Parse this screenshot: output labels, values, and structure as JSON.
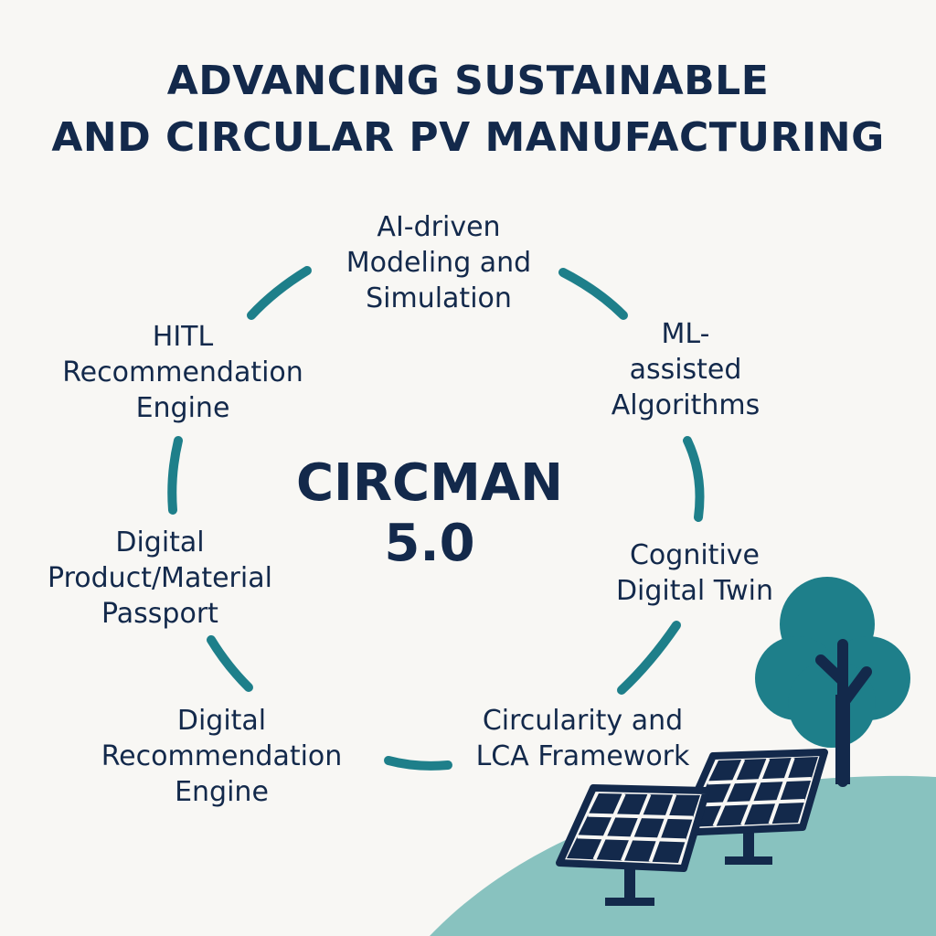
{
  "title": {
    "line1": "ADVANCING SUSTAINABLE",
    "line2": "AND CIRCULAR PV MANUFACTURING"
  },
  "center": {
    "line1": "CIRCMAN",
    "line2": "5.0"
  },
  "nodes": [
    {
      "lines": [
        "AI-driven",
        "Modeling  and",
        "Simulation"
      ]
    },
    {
      "lines": [
        "ML-",
        "assisted",
        "Algorithms"
      ]
    },
    {
      "lines": [
        "Cognitive",
        "Digital Twin"
      ]
    },
    {
      "lines": [
        "Circularity and",
        "LCA Framework"
      ]
    },
    {
      "lines": [
        "Digital",
        "Recommendation",
        "Engine"
      ]
    },
    {
      "lines": [
        "Digital",
        "Product/Material",
        "Passport"
      ]
    },
    {
      "lines": [
        "HITL",
        "Recommendation",
        "Engine"
      ]
    }
  ],
  "colors": {
    "background": "#f8f7f4",
    "text": "#13294b",
    "ring": "#1e7f8a",
    "tree_canopy": "#1e7f8a",
    "tree_trunk": "#13294b",
    "hill": "#88c2bf",
    "panel": "#13294b"
  },
  "icons": [
    "tree-icon",
    "solar-panel-icon",
    "hill"
  ]
}
